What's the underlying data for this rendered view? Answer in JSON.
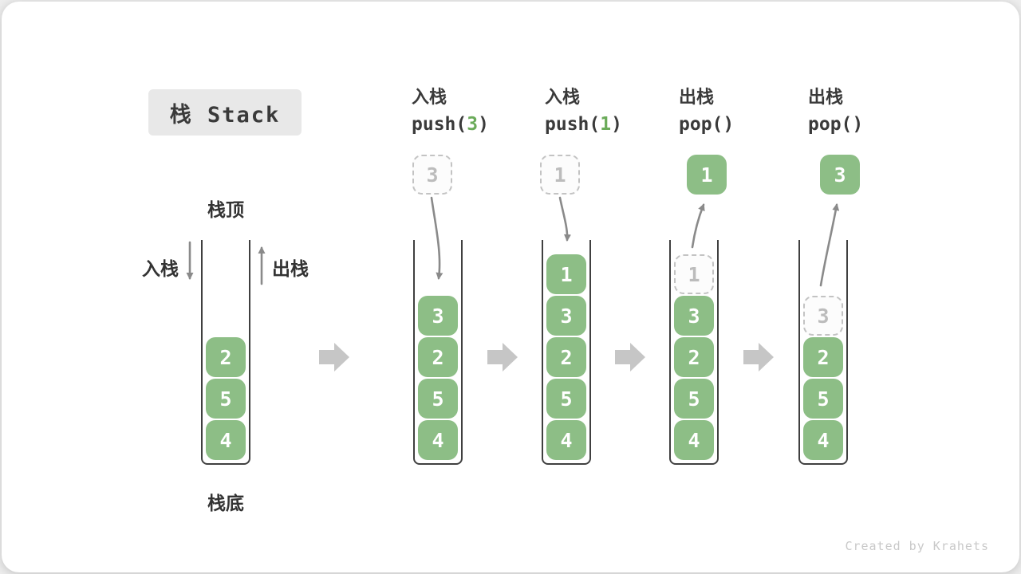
{
  "title": "栈 Stack",
  "side_labels": {
    "top": "栈顶",
    "bottom": "栈底",
    "push": "入栈",
    "pop": "出栈"
  },
  "operations": [
    {
      "label": "入栈",
      "fn": "push(",
      "arg": "3",
      "close": ")"
    },
    {
      "label": "入栈",
      "fn": "push(",
      "arg": "1",
      "close": ")"
    },
    {
      "label": "出栈",
      "fn": "pop(",
      "arg": "",
      "close": ")"
    },
    {
      "label": "出栈",
      "fn": "pop(",
      "arg": "",
      "close": ")"
    }
  ],
  "stacks": [
    {
      "blocks": [
        "2",
        "5",
        "4"
      ]
    },
    {
      "floating": "3",
      "blocks": [
        "3",
        "2",
        "5",
        "4"
      ]
    },
    {
      "floating": "1",
      "blocks": [
        "1",
        "3",
        "2",
        "5",
        "4"
      ]
    },
    {
      "floating": "1",
      "placeholder": "1",
      "blocks": [
        "3",
        "2",
        "5",
        "4"
      ]
    },
    {
      "floating": "3",
      "placeholder": "3",
      "blocks": [
        "2",
        "5",
        "4"
      ]
    }
  ],
  "watermark": "Created by Krahets",
  "colors": {
    "block_green": "#8DBE86",
    "arg_green": "#6BAB5A",
    "arrow_gray": "#C6C6C6",
    "curve_gray": "#8A8A8A"
  }
}
